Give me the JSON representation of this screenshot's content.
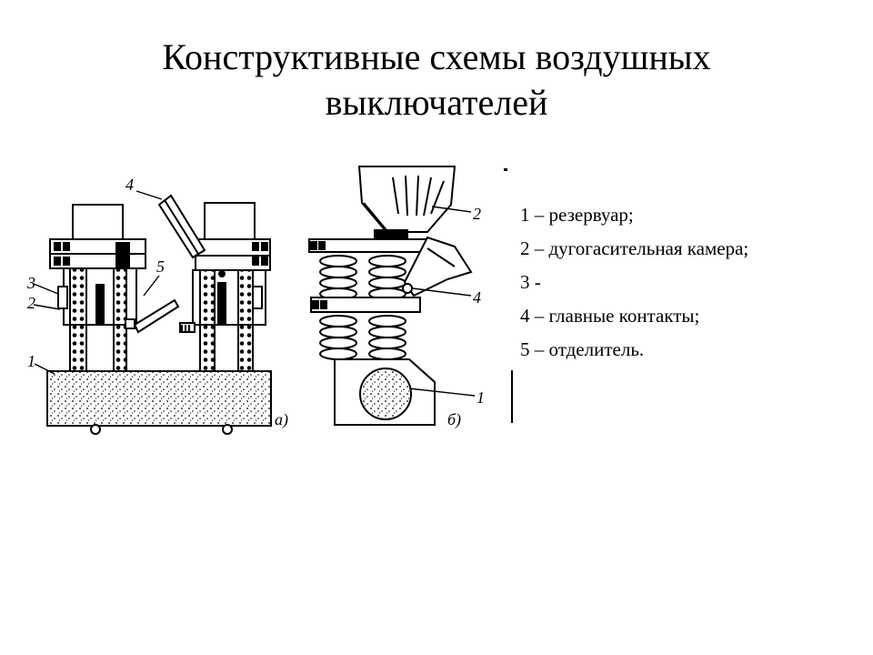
{
  "slide": {
    "title_line1": "Конструктивные схемы воздушных",
    "title_line2": "выключателей"
  },
  "figure": {
    "labels_a": [
      "4",
      "5",
      "3",
      "2",
      "1"
    ],
    "caption_a": "а)",
    "labels_b": [
      "2",
      "4",
      "1"
    ],
    "caption_b": "б)"
  },
  "legend": [
    "1 – резервуар;",
    "2 – дугогасительная камера;",
    "3 -",
    "4 – главные контакты;",
    "5 – отделитель."
  ]
}
